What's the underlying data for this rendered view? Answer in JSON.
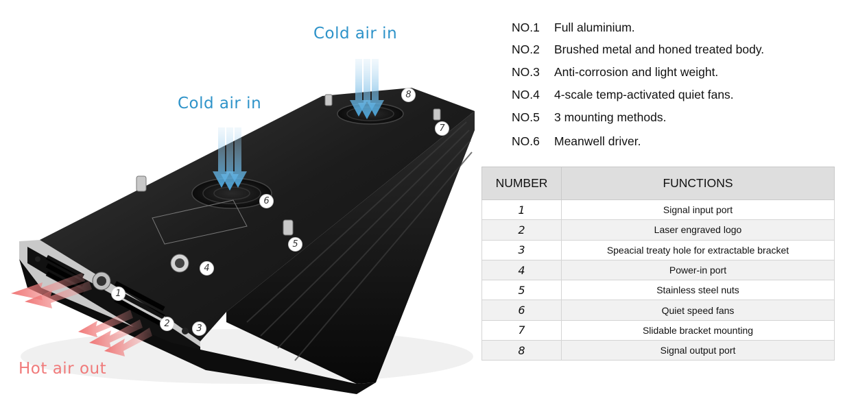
{
  "air_labels": {
    "cold_right": "Cold air in",
    "cold_left": "Cold air in",
    "hot": "Hot air out"
  },
  "colors": {
    "cold_air": "#2e93c9",
    "hot_air": "#f07a7a",
    "housing": "#1a1a1a",
    "table_header_bg": "#dedede"
  },
  "callouts": [
    "1",
    "2",
    "3",
    "4",
    "5",
    "6",
    "7",
    "8"
  ],
  "features": [
    {
      "no": "NO.1",
      "text": "Full aluminium."
    },
    {
      "no": "NO.2",
      "text": "Brushed metal and honed treated body."
    },
    {
      "no": "NO.3",
      "text": "Anti-corrosion and light weight."
    },
    {
      "no": "NO.4",
      "text": "4-scale temp-activated quiet fans."
    },
    {
      "no": "NO.5",
      "text": "3 mounting methods."
    },
    {
      "no": "NO.6",
      "text": "Meanwell driver."
    }
  ],
  "table": {
    "headers": [
      "NUMBER",
      "FUNCTIONS"
    ],
    "rows": [
      {
        "number": "1",
        "function": "Signal input port"
      },
      {
        "number": "2",
        "function": "Laser engraved logo"
      },
      {
        "number": "3",
        "function": "Speacial treaty hole for extractable bracket"
      },
      {
        "number": "4",
        "function": "Power-in port"
      },
      {
        "number": "5",
        "function": "Stainless steel nuts"
      },
      {
        "number": "6",
        "function": "Quiet speed fans"
      },
      {
        "number": "7",
        "function": "Slidable bracket mounting"
      },
      {
        "number": "8",
        "function": "Signal output port"
      }
    ]
  }
}
